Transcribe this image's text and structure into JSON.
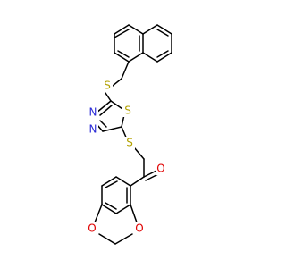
{
  "atom_colors": {
    "S": "#b2a100",
    "N": "#2a2ad6",
    "O": "#e00000",
    "C": "#000000"
  },
  "labels": {
    "s_thioether_top": "S",
    "s_thiadiazole": "S",
    "s_thioether_bottom": "S",
    "n_upper": "N",
    "n_lower": "N",
    "o_ketone": "O",
    "o_dioxole_left": "O",
    "o_dioxole_right": "O"
  }
}
